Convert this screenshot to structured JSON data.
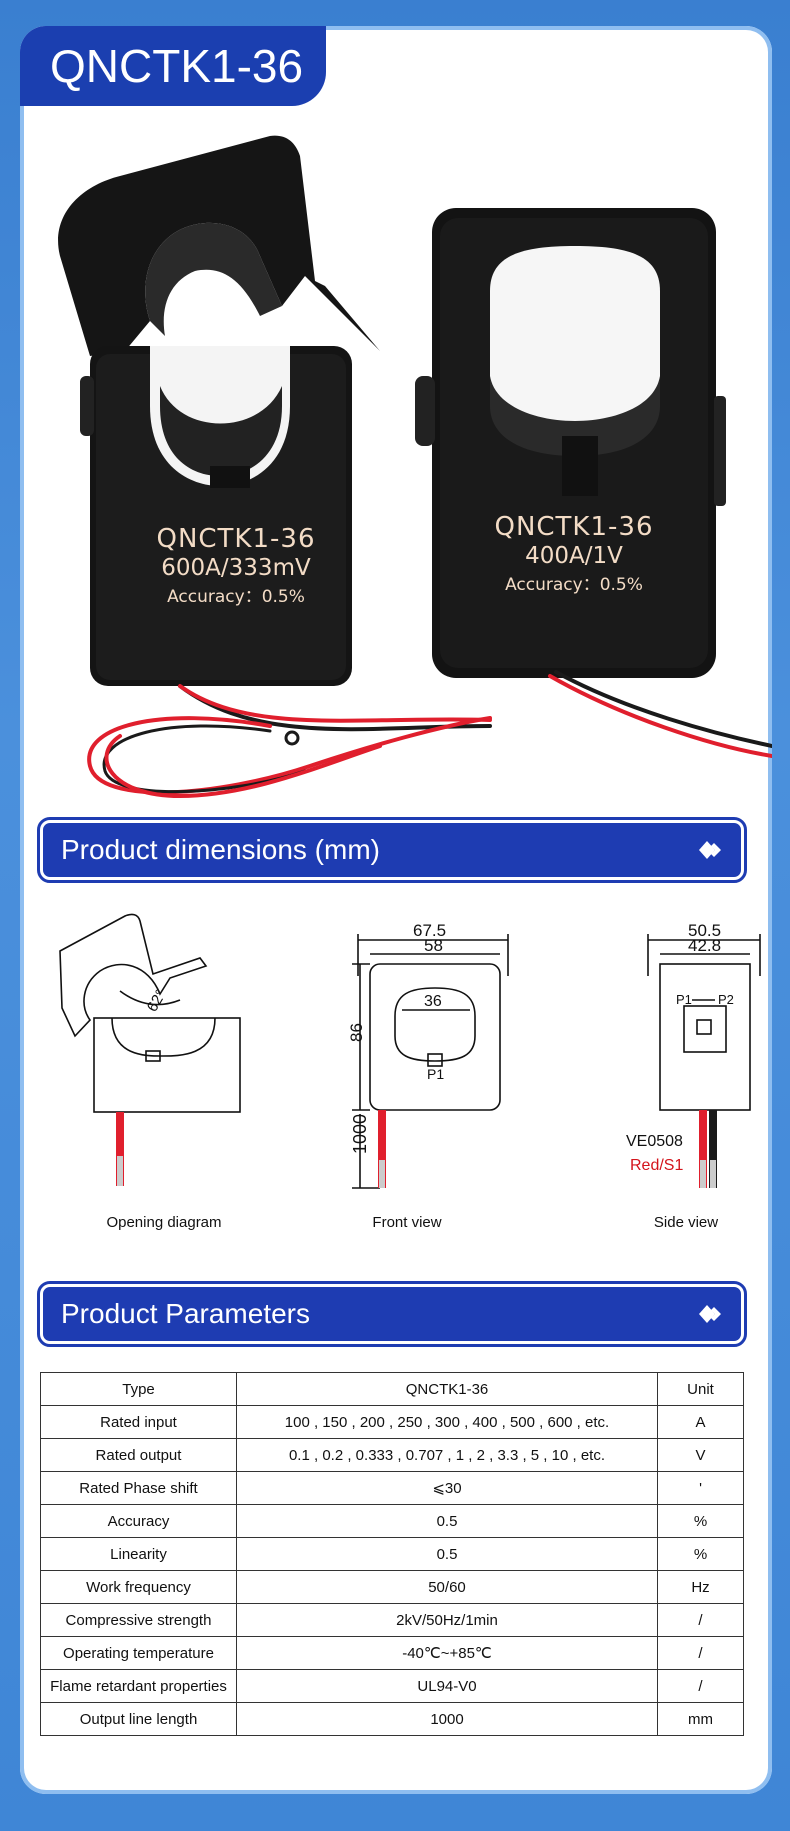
{
  "model_tab": "QNCTK1-36",
  "photo": {
    "left_ct": {
      "model": "QNCTK1-36",
      "rating": "600A/333mV",
      "accuracy": "Accuracy：0.5%"
    },
    "right_ct": {
      "model": "QNCTK1-36",
      "rating": "400A/1V",
      "accuracy": "Accuracy：0.5%"
    }
  },
  "sections": {
    "dimensions_title": "Product dimensions (mm)",
    "parameters_title": "Product Parameters"
  },
  "dimensions": {
    "opening_angle": "62°",
    "front_outer_width": "67.5",
    "front_inner_width": "58",
    "front_window": "36",
    "front_height": "86",
    "front_p1": "P1",
    "cable_length": "1000",
    "side_outer_width": "50.5",
    "side_inner_width": "42.8",
    "side_p1": "P1",
    "side_p2": "P2",
    "wire_label": "VE0508",
    "wire_color_label": "Red/S1",
    "captions": [
      "Opening diagram",
      "Front view",
      "Side view"
    ]
  },
  "colors": {
    "brand_blue": "#1e3cb2",
    "wire_red": "#e01f2d",
    "label_red": "#d4141c"
  },
  "parameters": {
    "header": [
      "Type",
      "QNCTK1-36",
      "Unit"
    ],
    "rows": [
      [
        "Rated input",
        "100 , 150 , 200 , 250 , 300 , 400 , 500 , 600 , etc.",
        "A"
      ],
      [
        "Rated output",
        "0.1 , 0.2 , 0.333 , 0.707 , 1 , 2 , 3.3 , 5 , 10 , etc.",
        "V"
      ],
      [
        "Rated Phase shift",
        "⩽30",
        "'"
      ],
      [
        "Accuracy",
        "0.5",
        "%"
      ],
      [
        "Linearity",
        "0.5",
        "%"
      ],
      [
        "Work frequency",
        "50/60",
        "Hz"
      ],
      [
        "Compressive strength",
        "2kV/50Hz/1min",
        "/"
      ],
      [
        "Operating temperature",
        "-40℃~+85℃",
        "/"
      ],
      [
        "Flame retardant properties",
        "UL94-V0",
        "/"
      ],
      [
        "Output line length",
        "1000",
        "mm"
      ]
    ]
  }
}
